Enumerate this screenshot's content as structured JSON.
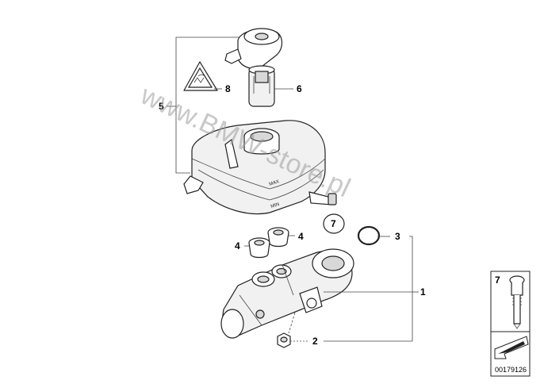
{
  "watermark": "www.BMW-store.pl",
  "document_number": "00179126",
  "inset_callout": "7",
  "callouts": {
    "c1": "1",
    "c2": "2",
    "c3": "3",
    "c4a": "4",
    "c4b": "4",
    "c5": "5",
    "c6": "6",
    "c7": "7",
    "c8": "8"
  },
  "reservoir_marks": {
    "max": "MAX",
    "min": "MIN"
  },
  "colors": {
    "line": "#222222",
    "part_fill": "#f1f1f1",
    "watermark": "#9a9a9a"
  }
}
